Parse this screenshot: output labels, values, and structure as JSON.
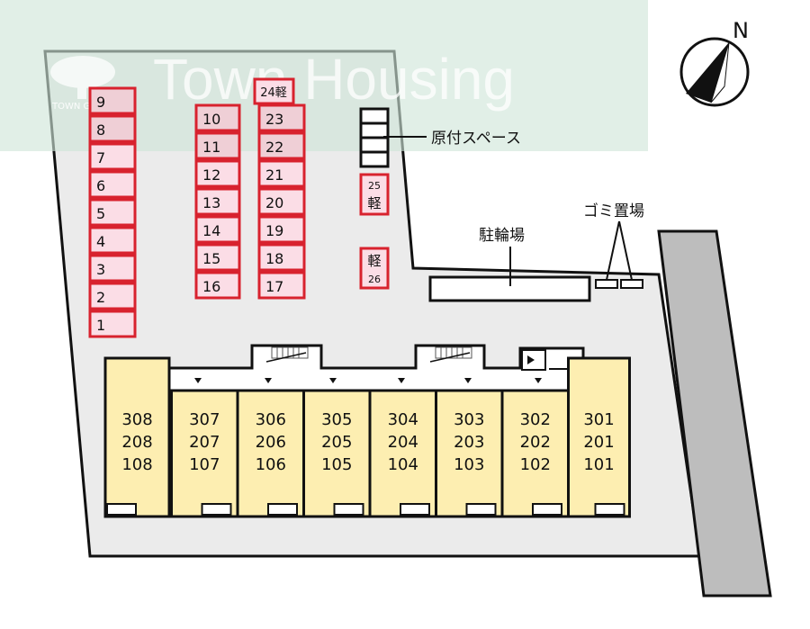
{
  "watermark": {
    "brand": "Town Housing",
    "group": "TOWN GROUP"
  },
  "compass": {
    "label": "N"
  },
  "parking": {
    "left_column": [
      "9",
      "8",
      "7",
      "6",
      "5",
      "4",
      "3",
      "2",
      "1"
    ],
    "mid_column": [
      "10",
      "11",
      "12",
      "13",
      "14",
      "15",
      "16"
    ],
    "right_column": [
      "23",
      "22",
      "21",
      "20",
      "19",
      "18",
      "17"
    ],
    "top_spot": "24軽",
    "spot_25": {
      "num": "25",
      "kind": "軽"
    },
    "spot_26": {
      "num": "26",
      "kind": "軽"
    }
  },
  "labels": {
    "moped_space": "原付スペース",
    "bicycle_parking": "駐輪場",
    "garbage_area": "ゴミ置場"
  },
  "units": [
    {
      "top": "308",
      "mid": "208",
      "bot": "108"
    },
    {
      "top": "307",
      "mid": "207",
      "bot": "107"
    },
    {
      "top": "306",
      "mid": "206",
      "bot": "106"
    },
    {
      "top": "305",
      "mid": "205",
      "bot": "105"
    },
    {
      "top": "304",
      "mid": "204",
      "bot": "104"
    },
    {
      "top": "303",
      "mid": "203",
      "bot": "103"
    },
    {
      "top": "302",
      "mid": "202",
      "bot": "102"
    },
    {
      "top": "301",
      "mid": "201",
      "bot": "101"
    }
  ],
  "colors": {
    "lot": "#ebebeb",
    "spot_fill": "#fbdde6",
    "spot_fill_shaded": "#efcfd6",
    "spot_border": "#d8222e",
    "unit_fill": "#fdeeb1",
    "road": "#bdbdbd",
    "watermark": "#cfe5d9"
  }
}
